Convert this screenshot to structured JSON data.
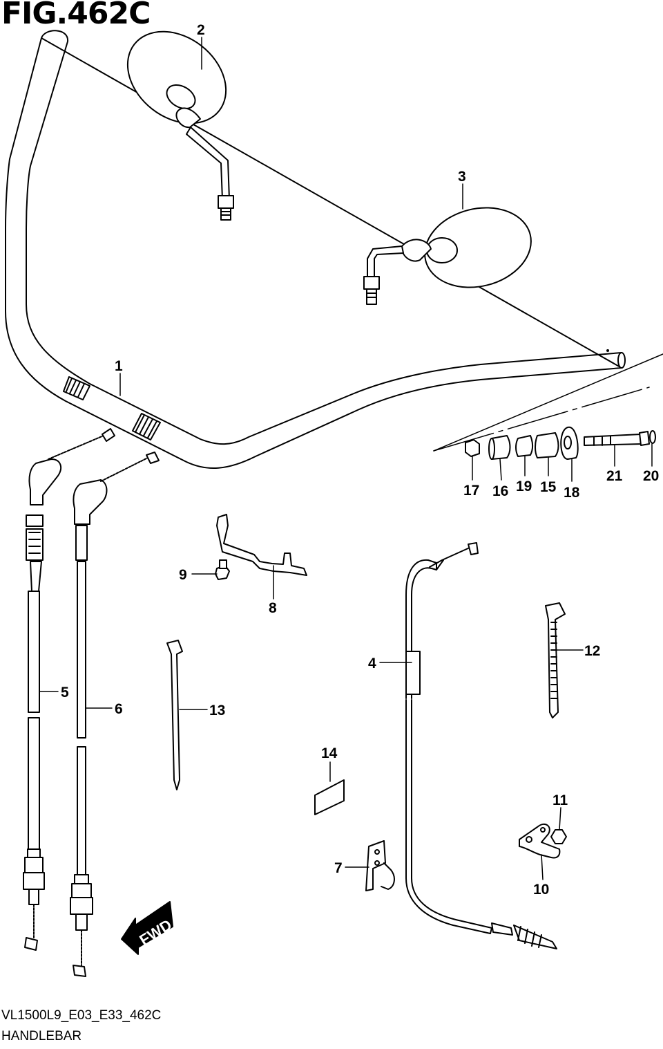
{
  "figure": {
    "title": "FIG.462C",
    "code": "VL1500L9_E03_E33_462C",
    "name": "HANDLEBAR",
    "direction_label": "FWD"
  },
  "callouts": {
    "c1": "1",
    "c2": "2",
    "c3": "3",
    "c4": "4",
    "c5": "5",
    "c6": "6",
    "c7": "7",
    "c8": "8",
    "c9": "9",
    "c10": "10",
    "c11": "11",
    "c12": "12",
    "c13": "13",
    "c14": "14",
    "c15": "15",
    "c16": "16",
    "c17": "17",
    "c18": "18",
    "c19": "19",
    "c20": "20",
    "c21": "21"
  }
}
